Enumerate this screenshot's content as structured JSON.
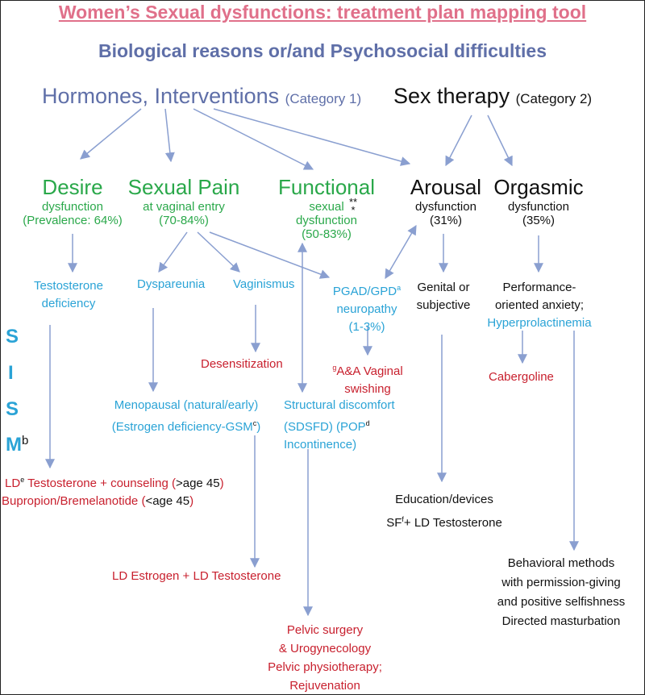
{
  "title": "Women’s Sexual dysfunctions: treatment plan mapping tool",
  "subtitle": "Biological reasons or/and Psychosocial difficulties",
  "category1": {
    "label": "Hormones, Interventions",
    "tag": "(Category 1)"
  },
  "category2": {
    "label": "Sex therapy",
    "tag": "(Category 2)"
  },
  "desire": {
    "title": "Desire",
    "line1": "dysfunction",
    "line2": "(Prevalence: 64%)"
  },
  "pain": {
    "title": "Sexual Pain",
    "line1": "at vaginal entry",
    "line2": "(70-84%)"
  },
  "functional": {
    "title": "Functional",
    "mark": "**",
    "mark2": "*",
    "line1": "sexual",
    "line2": "dysfunction",
    "line3": "(50-83%)"
  },
  "arousal": {
    "title": "Arousal",
    "line1": "dysfunction",
    "line2": "(31%)"
  },
  "orgasmic": {
    "title": "Orgasmic",
    "line1": "dysfunction",
    "line2": "(35%)"
  },
  "testosterone_def": {
    "line1": "Testosterone",
    "line2": "deficiency"
  },
  "dyspareunia": "Dyspareunia",
  "vaginismus": "Vaginismus",
  "pgad": {
    "text": "PGAD/GPD",
    "sup": "a",
    "line2": "neuropathy",
    "line3": "(1-3%)"
  },
  "genital": {
    "line1": "Genital or",
    "line2": "subjective"
  },
  "performance": {
    "line1": "Performance-",
    "line2": "oriented anxiety;",
    "line3": "Hyperprolactinemia"
  },
  "desensitization": "Desensitization",
  "aa": {
    "sup": "g",
    "line1": "A&A Vaginal",
    "line2": "swishing"
  },
  "cabergoline": "Cabergoline",
  "menopausal": {
    "line1": "Menopausal (natural/early)",
    "line2": "(Estrogen deficiency-GSM",
    "sup": "c",
    "line2end": ")"
  },
  "structural": {
    "line1": "Structural discomfort",
    "line2": "(SDSFD) (POP",
    "sup": "d",
    "line3": "Incontinence)"
  },
  "sism": {
    "s1": "S",
    "i": "I",
    "s2": "S",
    "m": "M",
    "sup": "b"
  },
  "ld_testo": {
    "pre": "LD",
    "sup": "e",
    "mid": " Testosterone + counseling (",
    "black": ">age 45",
    "end": ")"
  },
  "bupropion": {
    "pre": "Bupropion/Bremelanotide (",
    "black": "<age 45",
    "end": ")"
  },
  "education": {
    "line1": "Education/devices",
    "line2a": "SF",
    "sup": "f",
    "line2b": "+ LD Testosterone"
  },
  "ld_estrogen": "LD Estrogen + LD Testosterone",
  "behavioral": {
    "line1": "Behavioral methods",
    "line2": "with permission-giving",
    "line3": "and positive selfishness",
    "line4": "Directed masturbation"
  },
  "pelvic": {
    "line1": "Pelvic surgery",
    "line2": "& Urogynecology",
    "line3": "Pelvic physiotherapy;",
    "line4": "Rejuvenation"
  },
  "colors": {
    "title": "#e0708a",
    "category": "#5f6fa8",
    "green": "#2aa84a",
    "blue": "#2aa3d6",
    "red": "#c8202e",
    "arrow": "#8a9fd0"
  }
}
